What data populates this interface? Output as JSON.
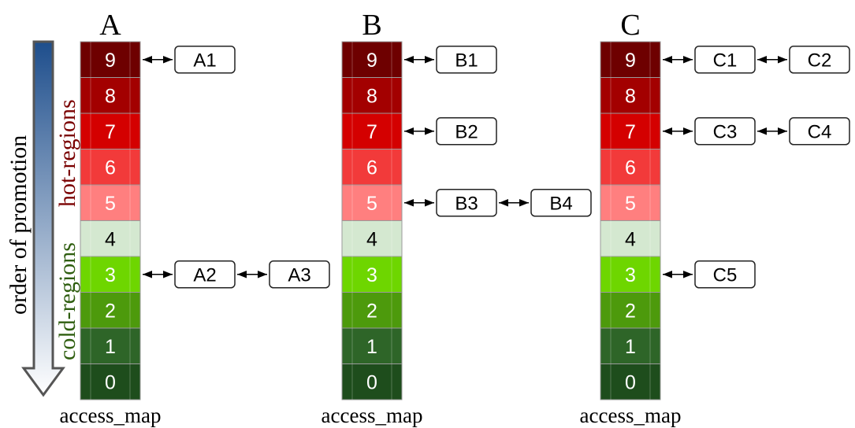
{
  "side_labels": {
    "order": "order of promotion",
    "hot": "hot-regions",
    "cold": "cold-regions"
  },
  "colors": {
    "hot_text": "#7a0000",
    "cold_text": "#2f5e10",
    "arrow_fill_top": "#1e4e8c",
    "arrow_fill_bottom": "#ffffff",
    "levels": {
      "9": "#6e0000",
      "8": "#a30000",
      "7": "#d40000",
      "6": "#f23a3a",
      "5": "#ff7f7f",
      "4": "#d4e8d0",
      "3": "#6ed600",
      "2": "#4d9a0c",
      "1": "#2e6528",
      "0": "#1e4d1c"
    }
  },
  "levels": [
    "9",
    "8",
    "7",
    "6",
    "5",
    "4",
    "3",
    "2",
    "1",
    "0"
  ],
  "columns": [
    {
      "title": "A",
      "caption": "access_map",
      "chains": [
        {
          "level": "9",
          "items": [
            "A1"
          ]
        },
        {
          "level": "3",
          "items": [
            "A2",
            "A3"
          ]
        }
      ]
    },
    {
      "title": "B",
      "caption": "access_map",
      "chains": [
        {
          "level": "9",
          "items": [
            "B1"
          ]
        },
        {
          "level": "7",
          "items": [
            "B2"
          ]
        },
        {
          "level": "5",
          "items": [
            "B3",
            "B4"
          ]
        }
      ]
    },
    {
      "title": "C",
      "caption": "access_map",
      "chains": [
        {
          "level": "9",
          "items": [
            "C1",
            "C2"
          ]
        },
        {
          "level": "7",
          "items": [
            "C3",
            "C4"
          ]
        },
        {
          "level": "3",
          "items": [
            "C5"
          ]
        }
      ]
    }
  ]
}
